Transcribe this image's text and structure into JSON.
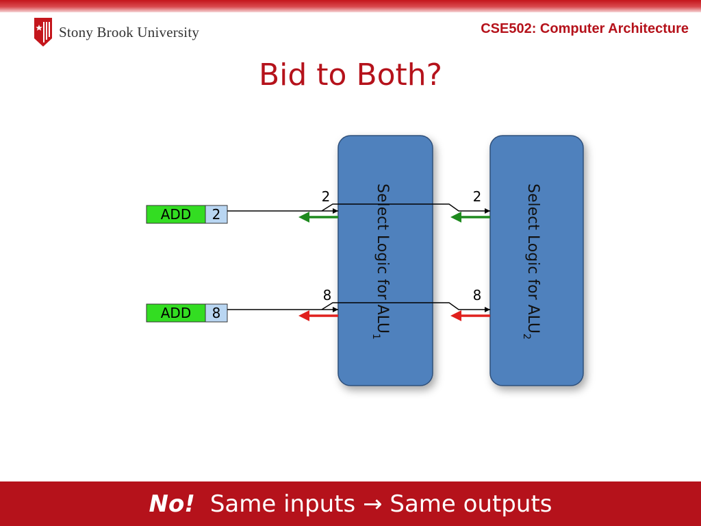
{
  "header": {
    "university": "Stony Brook University",
    "course": "CSE502: Computer Architecture"
  },
  "slide": {
    "title": "Bid to Both?"
  },
  "diagram": {
    "instructions": [
      {
        "op": "ADD",
        "tag": "2"
      },
      {
        "op": "ADD",
        "tag": "8"
      }
    ],
    "wire_labels": {
      "first": "2",
      "second": "8"
    },
    "select_blocks": [
      {
        "label": "Select Logic for ALU",
        "subscript": "1"
      },
      {
        "label": "Select Logic for ALU",
        "subscript": "2"
      }
    ],
    "colors": {
      "block_fill": "#4f81bd",
      "op_fill": "#33dd22",
      "tag_fill": "#b9d6f2",
      "grant_arrow": "#1e8a1e",
      "deny_arrow": "#e0201d"
    }
  },
  "footer": {
    "emphasis": "No!",
    "text": "Same inputs → Same outputs"
  }
}
